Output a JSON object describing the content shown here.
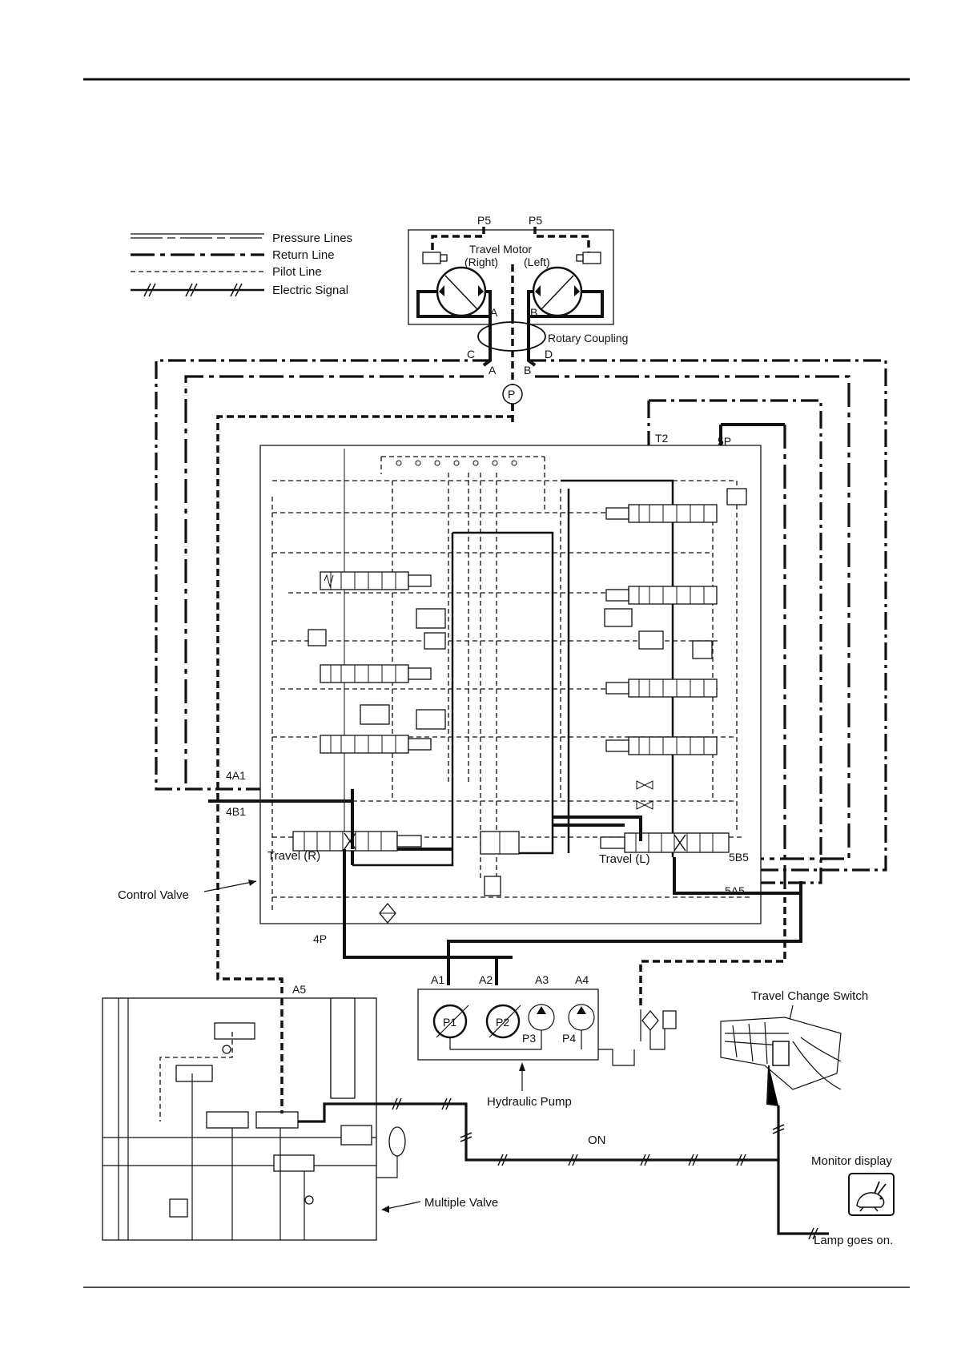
{
  "legend": {
    "pressure": "Pressure Lines",
    "return": "Return Line",
    "pilot": "Pilot Line",
    "electric": "Electric Signal"
  },
  "travel_motor": {
    "title": "Travel Motor",
    "right": "(Right)",
    "left": "(Left)",
    "port_p5_left": "P5",
    "port_p5_right": "P5",
    "port_a": "A",
    "port_b": "B"
  },
  "rotary_coupling": {
    "title": "Rotary Coupling",
    "port_c": "C",
    "port_d": "D",
    "port_a": "A",
    "port_b": "B",
    "port_p": "P"
  },
  "control_valve": {
    "title": "Control Valve",
    "t2": "T2",
    "p5": "5P",
    "a41": "4A1",
    "b41": "4B1",
    "travel_r": "Travel (R)",
    "travel_l": "Travel (L)",
    "b55": "5B5",
    "a55": "5A5",
    "p4": "4P"
  },
  "pump": {
    "title": "Hydraulic Pump",
    "a1": "A1",
    "a2": "A2",
    "a3": "A3",
    "a4": "A4",
    "p1": "P1",
    "p2": "P2",
    "p3": "P3",
    "p4": "P4"
  },
  "multiple_valve": {
    "title": "Multiple Valve",
    "a5": "A5"
  },
  "switch": {
    "title": "Travel Change Switch",
    "on": "ON"
  },
  "monitor": {
    "title": "Monitor display",
    "lamp": "Lamp goes on."
  }
}
